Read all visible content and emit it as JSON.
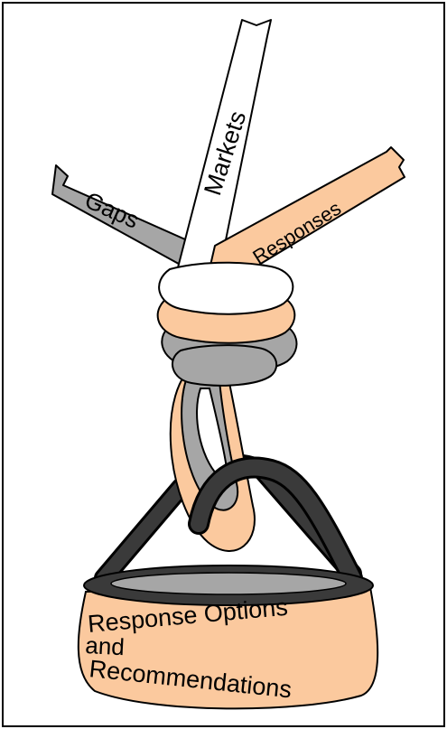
{
  "colors": {
    "background": "#ffffff",
    "outline": "#000000",
    "gray_strand": "#a6a6a6",
    "white_strand": "#ffffff",
    "peach_strand": "#fbc99e",
    "handle": "#3a3a3a",
    "basket_rim_inner": "#a6a6a6",
    "basket_body": "#fbc99e"
  },
  "ribbons": {
    "markets": {
      "label": "Markets",
      "color_key": "white_strand"
    },
    "gaps": {
      "label": "Gaps",
      "color_key": "gray_strand"
    },
    "responses": {
      "label": "Responses",
      "color_key": "peach_strand"
    }
  },
  "basket": {
    "label_lines": [
      "Response Options",
      "and",
      "Recommendations"
    ]
  },
  "knot": {
    "coils": [
      "white_strand",
      "peach_strand",
      "gray_strand"
    ],
    "loop_colors": [
      "gray_strand",
      "peach_strand"
    ]
  }
}
